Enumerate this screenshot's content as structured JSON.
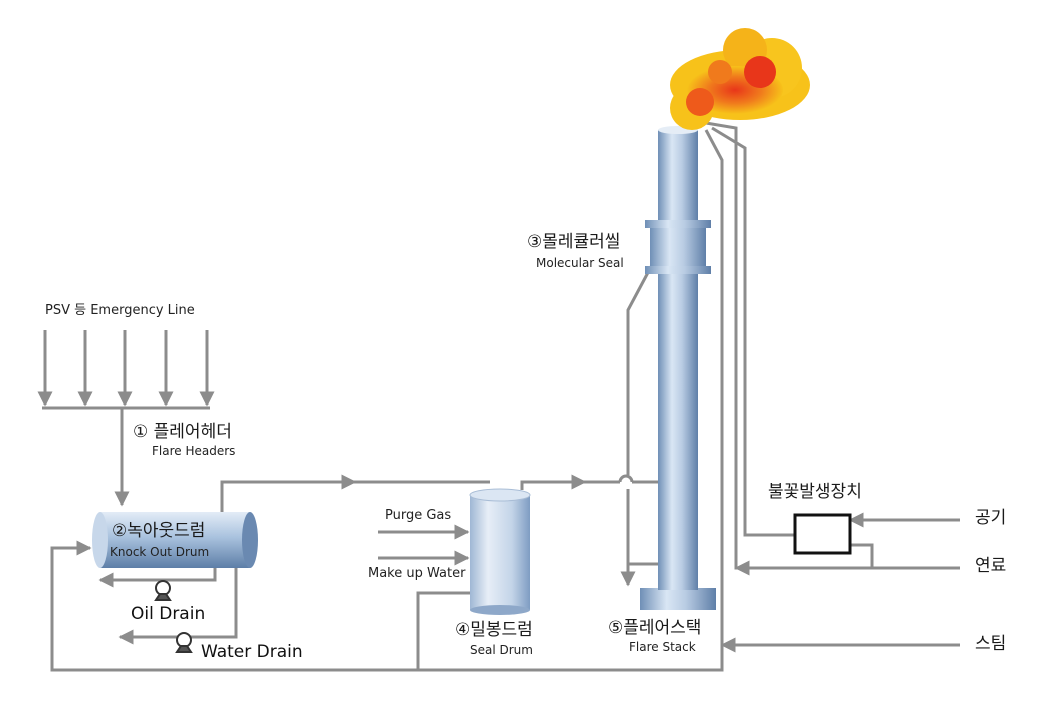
{
  "emergency_line": "PSV 등 Emergency Line",
  "flare_headers": {
    "ko": "① 플레어헤더",
    "en": "Flare Headers"
  },
  "knock_out_drum": {
    "ko": "②녹아웃드럼",
    "en": "Knock Out Drum"
  },
  "oil_drain": "Oil Drain",
  "water_drain": "Water Drain",
  "purge_gas": "Purge Gas",
  "make_up_water": "Make up Water",
  "seal_drum": {
    "ko": "④밀봉드럼",
    "en": "Seal Drum"
  },
  "molecular_seal": {
    "ko": "③몰레큘러씰",
    "en": "Molecular Seal"
  },
  "flare_stack": {
    "ko": "⑤플레어스택",
    "en": "Flare Stack"
  },
  "igniter": "불꽃발생장치",
  "inputs": {
    "air": "공기",
    "fuel": "연료",
    "steam": "스팀"
  },
  "colors": {
    "line": "#8c8c8c",
    "vessel": "#b8cde6",
    "vessel_dark": "#5f7fa8",
    "flame_outer": "#f5c416",
    "flame_inner": "#e8361a"
  }
}
